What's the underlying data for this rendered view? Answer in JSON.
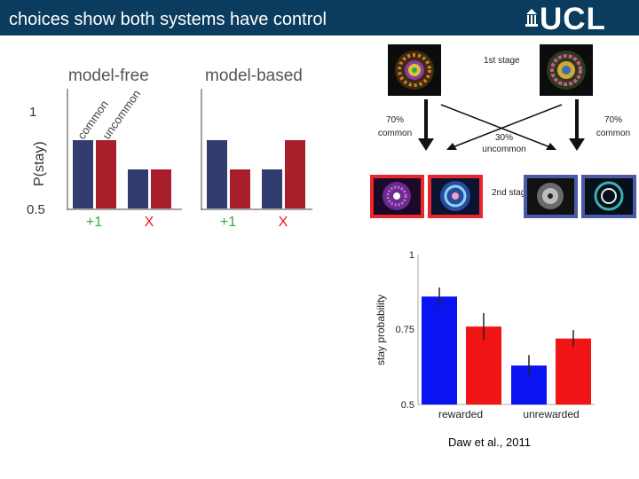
{
  "slide": {
    "title": "choices show both systems have control",
    "logo": "UCL",
    "citation": "Daw et al., 2011"
  },
  "task_diagram": {
    "first_stage_label": "1st stage",
    "second_stage_label": "2nd stage",
    "left_common_pct": "70%",
    "left_common_word": "common",
    "right_common_pct": "70%",
    "right_common_word": "common",
    "uncommon_pct": "30%",
    "uncommon_word": "uncommon",
    "colors": {
      "red_frame": "#e8262d",
      "blue_frame": "#4a5aa8"
    }
  },
  "colors": {
    "navy": "#333c6e",
    "darkred": "#a81f2b",
    "blue": "#0a14f0",
    "red": "#f01414",
    "green": "#3aaa3a"
  },
  "chart_data": [
    {
      "type": "bar",
      "title": "model-free",
      "ylabel": "P(stay)",
      "yticks": [
        "1",
        "0.5"
      ],
      "ylim": [
        0.5,
        1
      ],
      "categories": [
        "+1",
        "X"
      ],
      "series": [
        {
          "name": "common",
          "values": [
            0.85,
            0.7
          ]
        },
        {
          "name": "uncommon",
          "values": [
            0.85,
            0.7
          ]
        }
      ]
    },
    {
      "type": "bar",
      "title": "model-based",
      "ylim": [
        0.5,
        1
      ],
      "categories": [
        "+1",
        "X"
      ],
      "series": [
        {
          "values": [
            0.85,
            0.7
          ]
        },
        {
          "values": [
            0.7,
            0.85
          ]
        }
      ]
    },
    {
      "type": "bar",
      "ylabel": "stay probability",
      "yticks": [
        "1",
        "0.75",
        "0.5"
      ],
      "ylim": [
        0.5,
        1
      ],
      "categories": [
        "rewarded",
        "unrewarded"
      ],
      "series": [
        {
          "values": [
            0.86,
            0.63
          ],
          "errors": [
            0.03,
            0.035
          ]
        },
        {
          "values": [
            0.76,
            0.72
          ],
          "errors": [
            0.045,
            0.028
          ]
        }
      ]
    }
  ]
}
